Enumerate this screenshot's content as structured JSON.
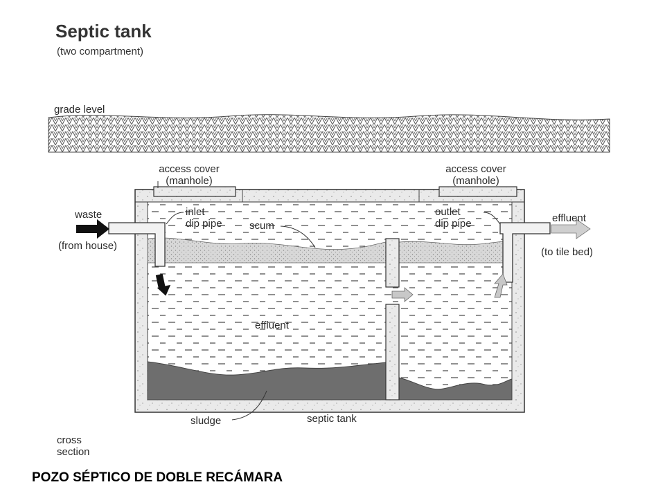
{
  "title": "Septic tank",
  "subtitle": "(two compartment)",
  "labels": {
    "grade_level": "grade level",
    "access_cover_left_1": "access cover",
    "access_cover_left_2": "(manhole)",
    "access_cover_right_1": "access cover",
    "access_cover_right_2": "(manhole)",
    "waste": "waste",
    "from_house": "(from house)",
    "inlet_1": "inlet",
    "inlet_2": "dip pipe",
    "scum": "scum",
    "outlet_1": "outlet",
    "outlet_2": "dip pipe",
    "effluent_out": "effluent",
    "to_tile_bed": "(to tile bed)",
    "effluent_mid": "effluent",
    "sludge": "sludge",
    "septic_tank": "septic tank",
    "cross_1": "cross",
    "cross_2": "section"
  },
  "caption": "POZO SÉPTICO DE DOBLE RECÁMARA",
  "colors": {
    "concrete": "#e9e9e9",
    "sludge": "#6e6e6e",
    "scum": "#cfcfcf",
    "outline": "#333333",
    "arrow_dark": "#111111",
    "arrow_light": "#c8c8c8"
  }
}
